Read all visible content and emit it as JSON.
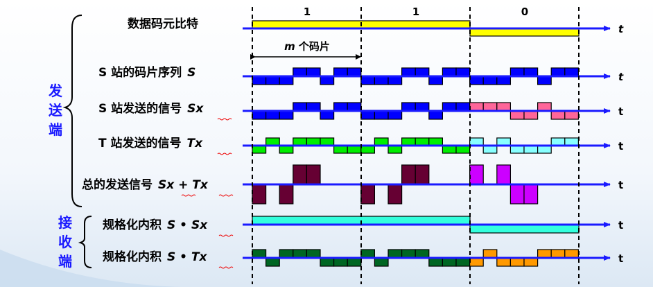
{
  "sides": {
    "send": [
      "发",
      "送",
      "端"
    ],
    "recv": [
      "接",
      "收",
      "端"
    ]
  },
  "bits": [
    "1",
    "1",
    "0"
  ],
  "m_label": {
    "var": "m",
    "text": " 个码片"
  },
  "axis_t": "t",
  "rows": [
    {
      "label": "数据码元比特",
      "math": ""
    },
    {
      "label": "S 站的码片序列",
      "math": "S"
    },
    {
      "label": "S 站发送的信号",
      "math": "Sx"
    },
    {
      "label": "T 站发送的信号",
      "math": "Tx"
    },
    {
      "label": "总的发送信号",
      "math": "Sx + Tx"
    },
    {
      "label": "规格化内积",
      "math": "S • Sx"
    },
    {
      "label": "规格化内积",
      "math": "S • Tx"
    }
  ],
  "colors": {
    "axis": "#1a1aff",
    "data": "#ffff00",
    "seq": "#0000ff",
    "s_pink": "#ff6699",
    "t_green": "#00ee00",
    "t_cyan": "#88ffff",
    "total_maroon": "#660033",
    "total_magenta": "#cc00ff",
    "inner_s": "#33ffdd",
    "inner_t_green": "#006622",
    "inner_t_orange": "#ff9900"
  }
}
